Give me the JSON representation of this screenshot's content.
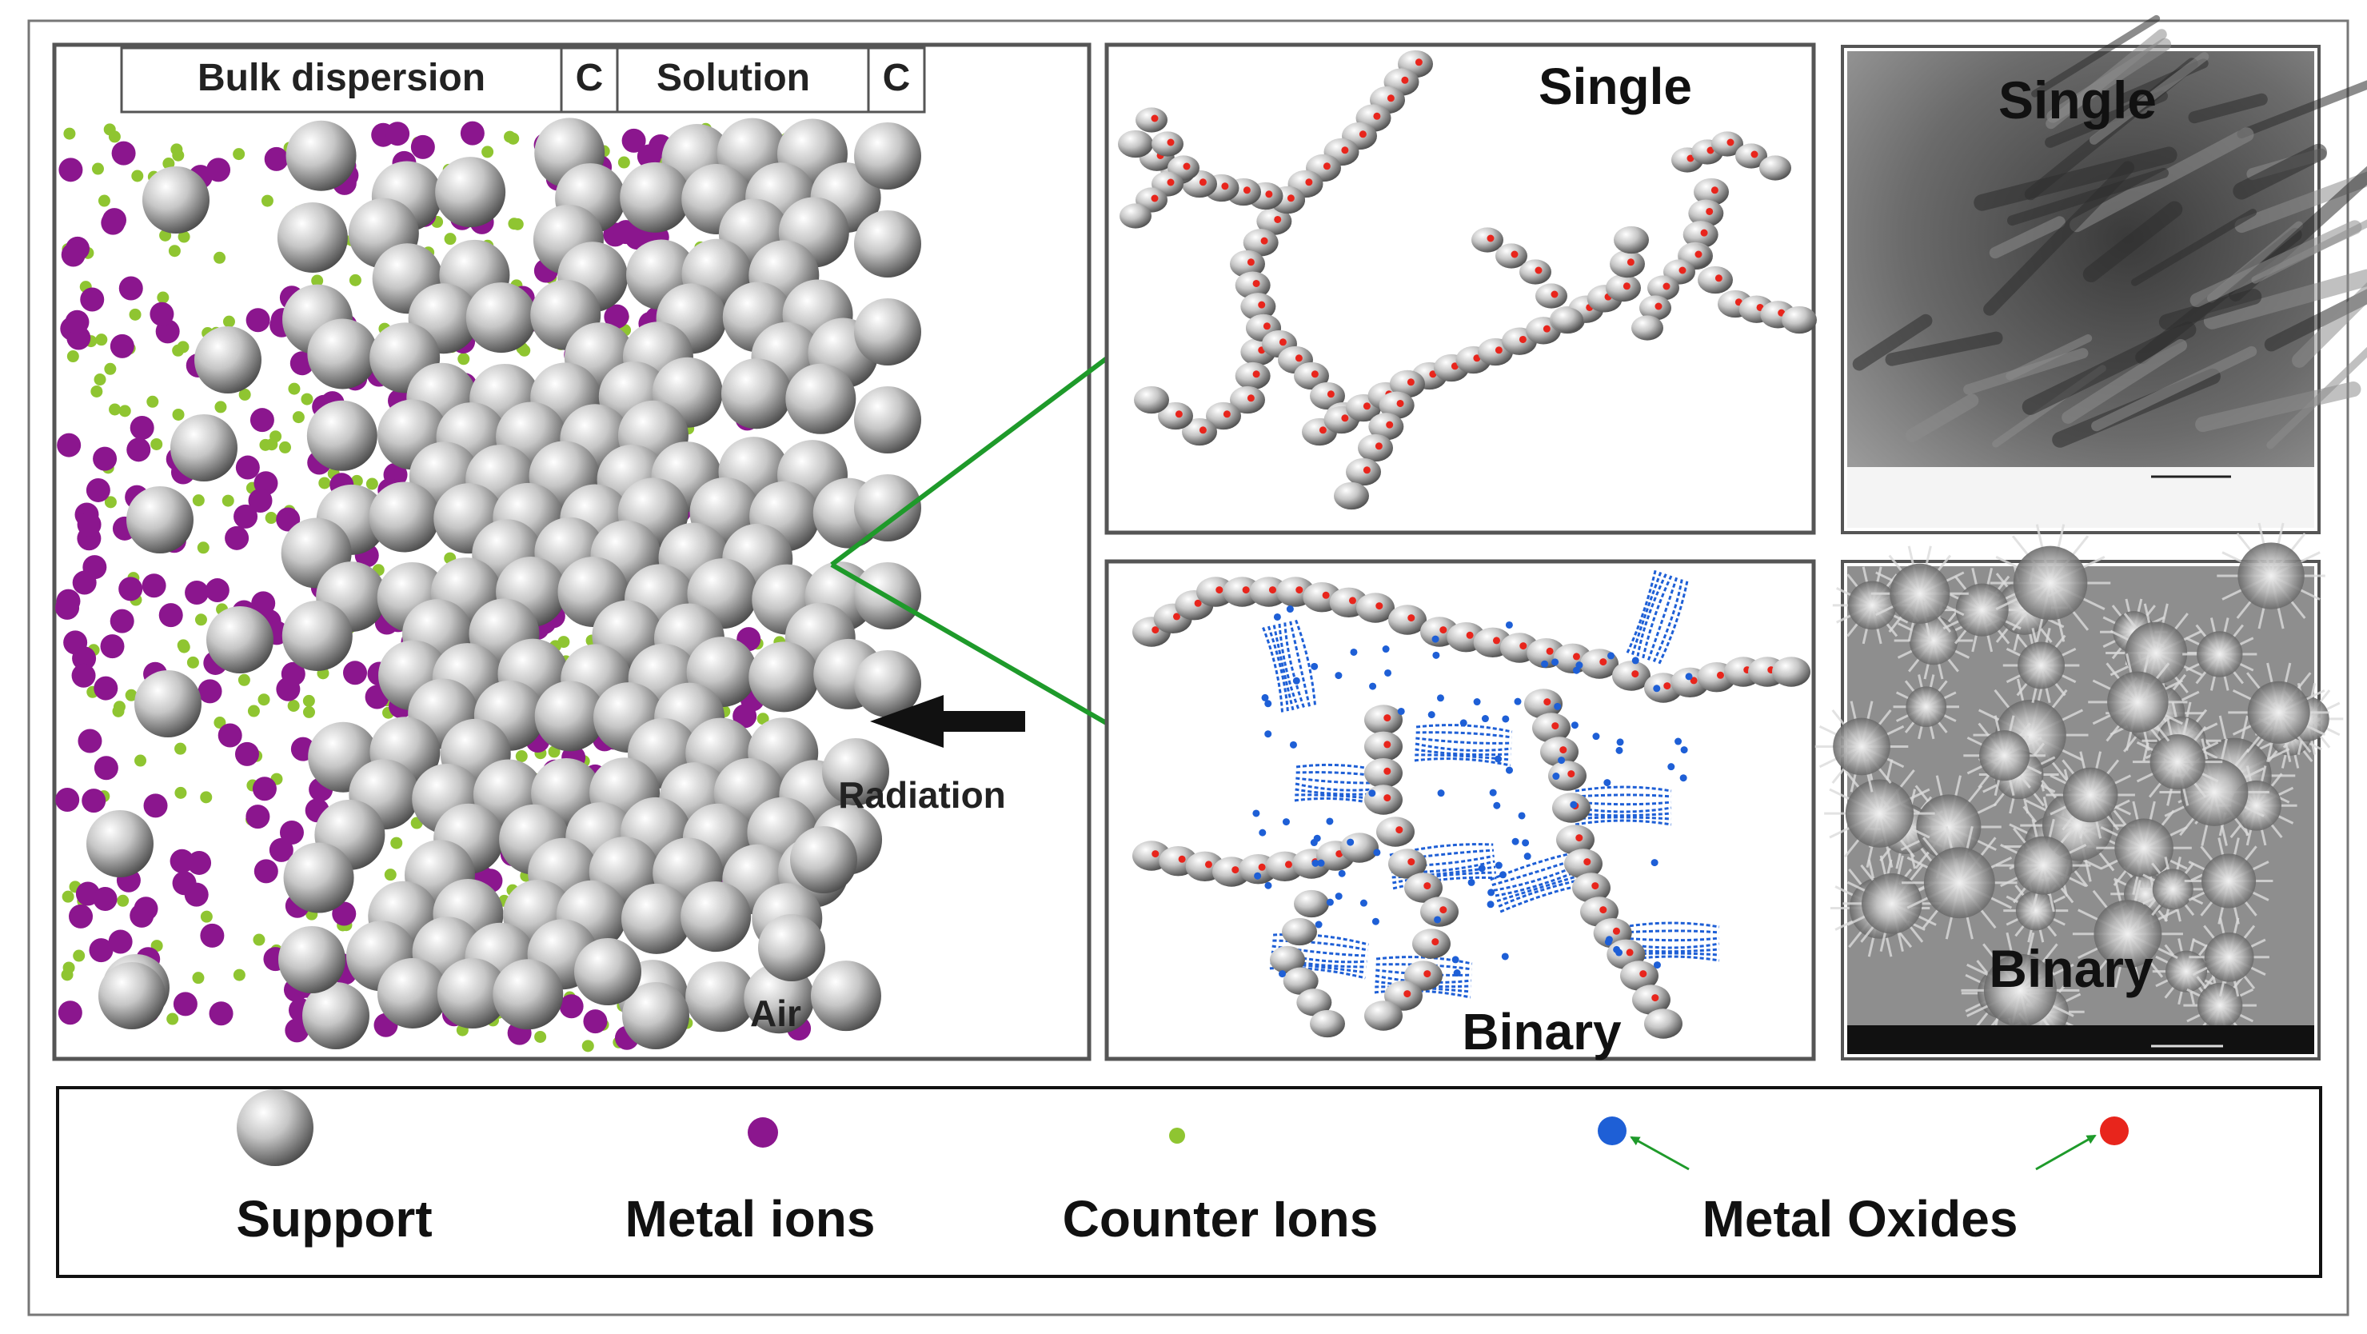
{
  "header": {
    "bulk_dispersion": "Bulk dispersion",
    "c1": "C",
    "solution": "Solution",
    "c2": "C"
  },
  "left_panel": {
    "radiation": "Radiation",
    "air": "Air"
  },
  "middle_panels": {
    "top_label": "Single",
    "bottom_label": "Binary"
  },
  "micrographs": {
    "top_label": "Single",
    "bottom_label": "Binary"
  },
  "legend": {
    "support": "Support",
    "metal_ions": "Metal ions",
    "counter_ions": "Counter Ions",
    "metal_oxides": "Metal Oxides"
  },
  "colors": {
    "metal_ion": "#8b168e",
    "counter_ion": "#8fc531",
    "oxide_blue": "#1e5fd6",
    "oxide_red": "#e8251c",
    "arrow_green": "#1e9a2a",
    "frame": "#555555"
  }
}
